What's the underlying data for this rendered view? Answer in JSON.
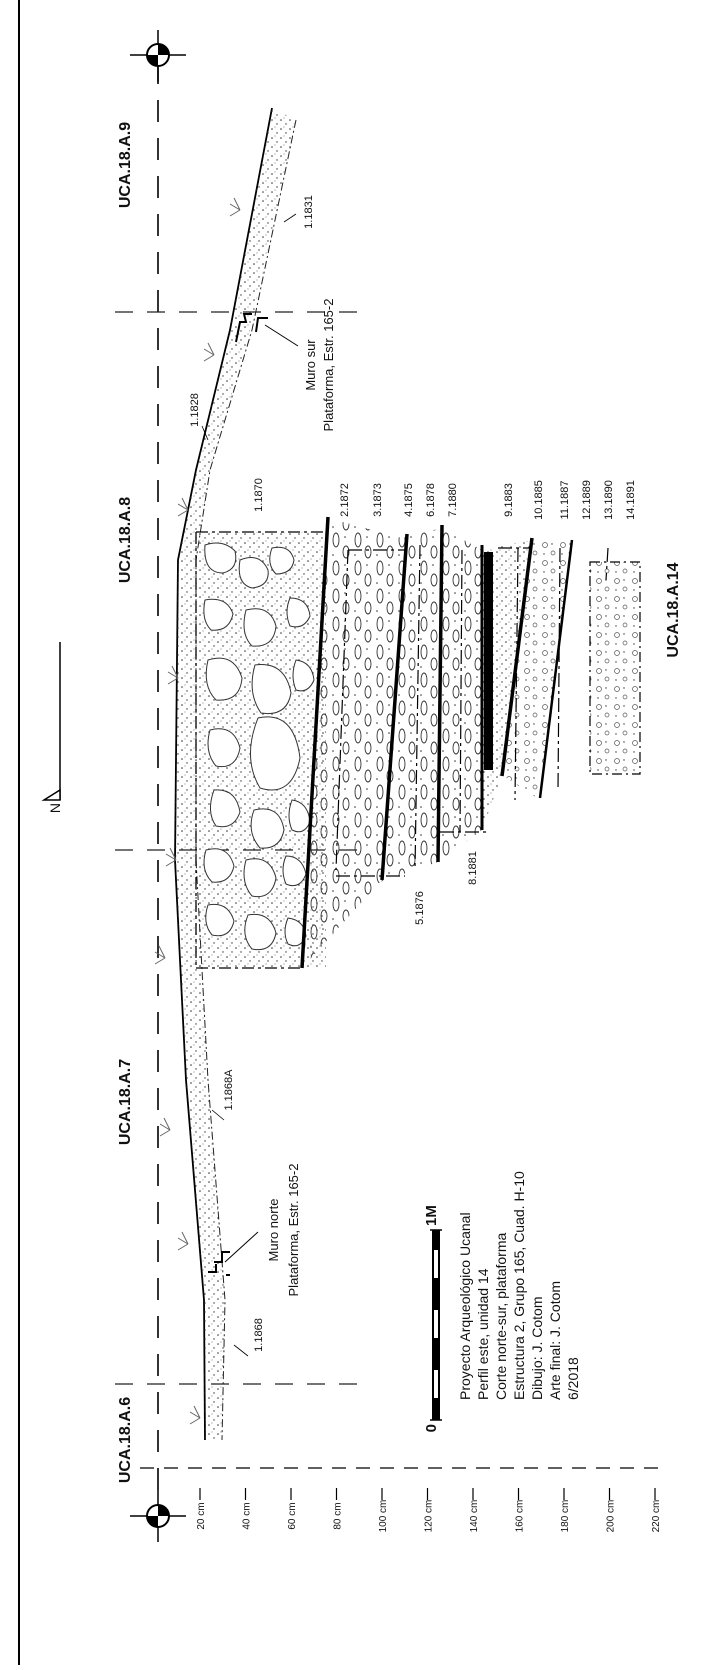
{
  "units": {
    "top": [
      "UCA.18.A.9",
      "UCA.18.A.8"
    ],
    "bottom": [
      "UCA.18.A.7",
      "UCA.18.A.6"
    ],
    "side": "UCA.18.A.14"
  },
  "north_label": "N",
  "depth_labels": [
    "20 cm",
    "40 cm",
    "60 cm",
    "80 cm",
    "100 cm",
    "120 cm",
    "140 cm",
    "160 cm",
    "180 cm",
    "200 cm",
    "220 cm"
  ],
  "lot_labels": {
    "l1831": "1.1831",
    "l1828": "1.1828",
    "l1870": "1.1870",
    "l1868a": "1.1868A",
    "l1868": "1.1868",
    "right_column": [
      "2.1872",
      "3.1873",
      "4.1875",
      "6.1878",
      "7.1880",
      "9.1883",
      "10.1885",
      "11.1887",
      "12.1889",
      "13.1890",
      "14.1891"
    ],
    "l1876": "5.1876",
    "l1881": "8.1881"
  },
  "features": {
    "muro_sur": [
      "Muro sur",
      "Plataforma, Estr. 165-2"
    ],
    "muro_norte": [
      "Muro norte",
      "Plataforma, Estr. 165-2"
    ]
  },
  "scale_bar": {
    "start_label": "0",
    "end_label": "1M"
  },
  "caption_lines": [
    "Proyecto Arqueológico Ucanal",
    "Perfil este, unidad 14",
    "Corte norte-sur, plataforma",
    "Estructura 2, Grupo 165, Cuad. H-10",
    "Dibujo: J. Cotom",
    "Arte final: J. Cotom",
    "6/2018"
  ]
}
